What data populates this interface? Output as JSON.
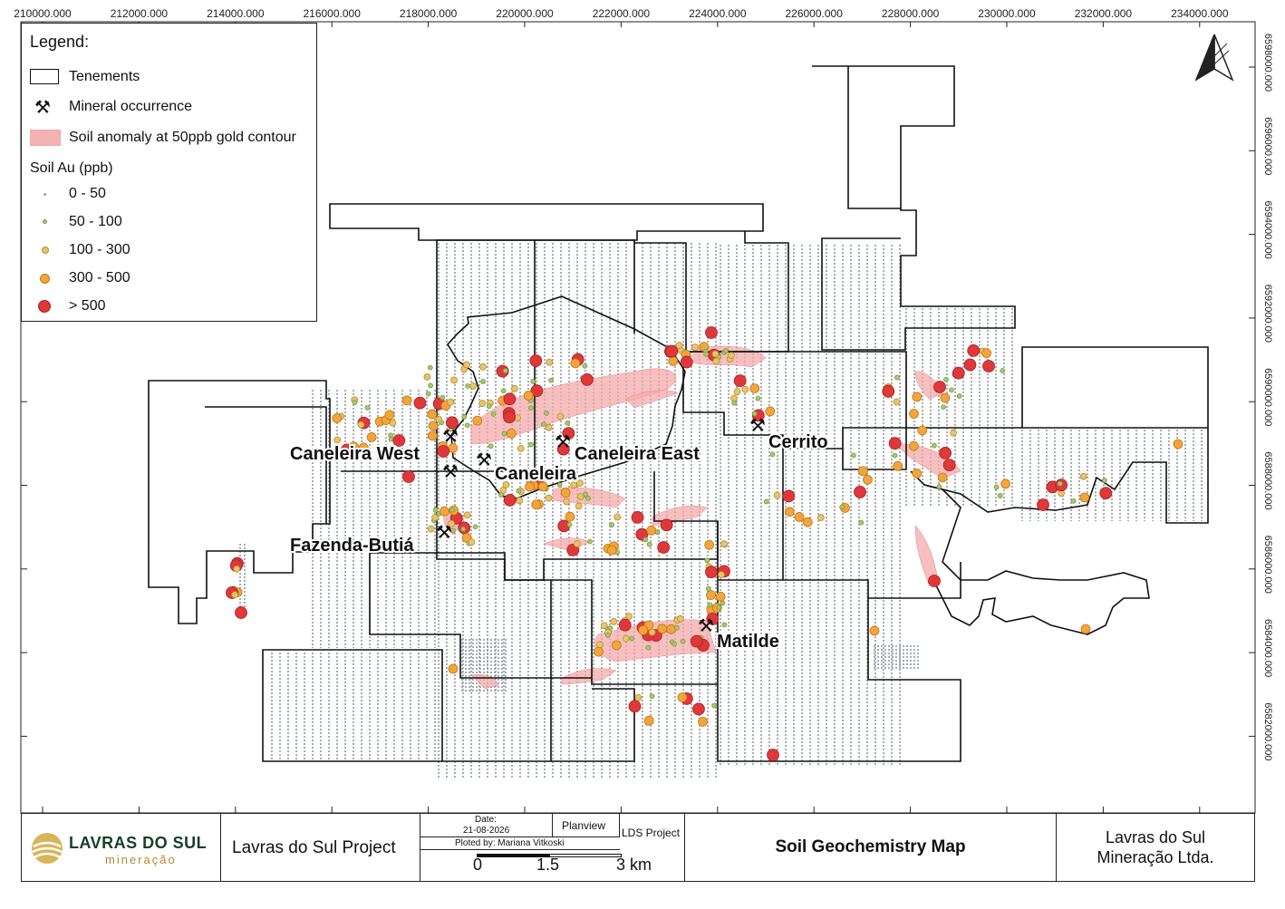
{
  "map": {
    "x_ticks": [
      "210000.000",
      "212000.000",
      "214000.000",
      "216000.000",
      "218000.000",
      "220000.000",
      "222000.000",
      "224000.000",
      "226000.000",
      "228000.000",
      "230000.000",
      "232000.000",
      "234000.000"
    ],
    "y_ticks": [
      "6598000.000",
      "6596000.000",
      "6594000.000",
      "6592000.000",
      "6590000.000",
      "6588000.000",
      "6586000.000",
      "6584000.000",
      "6582000.000"
    ],
    "places": [
      "Caneleira West",
      "Caneleira East",
      "Caneleira",
      "Cerrito",
      "Fazenda-Butiá",
      "Matilde"
    ],
    "north_arrow": "north-arrow-icon",
    "colors": {
      "tenement": "#111111",
      "anomaly": "#f4a9a9",
      "au_low": "#9aa4ac",
      "au_50_100": "#a8c96a",
      "au_100_300": "#e8c46a",
      "au_300_500": "#f3a53b",
      "au_500": "#e0383a"
    }
  },
  "legend": {
    "title": "Legend:",
    "tenements": "Tenements",
    "mineral": "Mineral occurrence",
    "anomaly": "Soil anomaly at 50ppb gold contour",
    "soil_title": "Soil Au (ppb)",
    "classes": [
      "0 - 50",
      "50 - 100",
      "100 - 300",
      "300 - 500",
      "> 500"
    ]
  },
  "footer": {
    "logo_main": "LAVRAS DO SUL",
    "logo_sub": "mineração",
    "project": "Lavras do Sul Project",
    "date_label": "Date:",
    "date_value": "21-08-2026",
    "planview": "Planview",
    "lds": "LDS Project",
    "plotted": "Ploted by: Mariana Vitkoski",
    "scale": [
      "0",
      "1.5",
      "3 km"
    ],
    "map_title": "Soil Geochemistry Map",
    "company_line1": "Lavras do Sul",
    "company_line2": "Mineração Ltda."
  }
}
